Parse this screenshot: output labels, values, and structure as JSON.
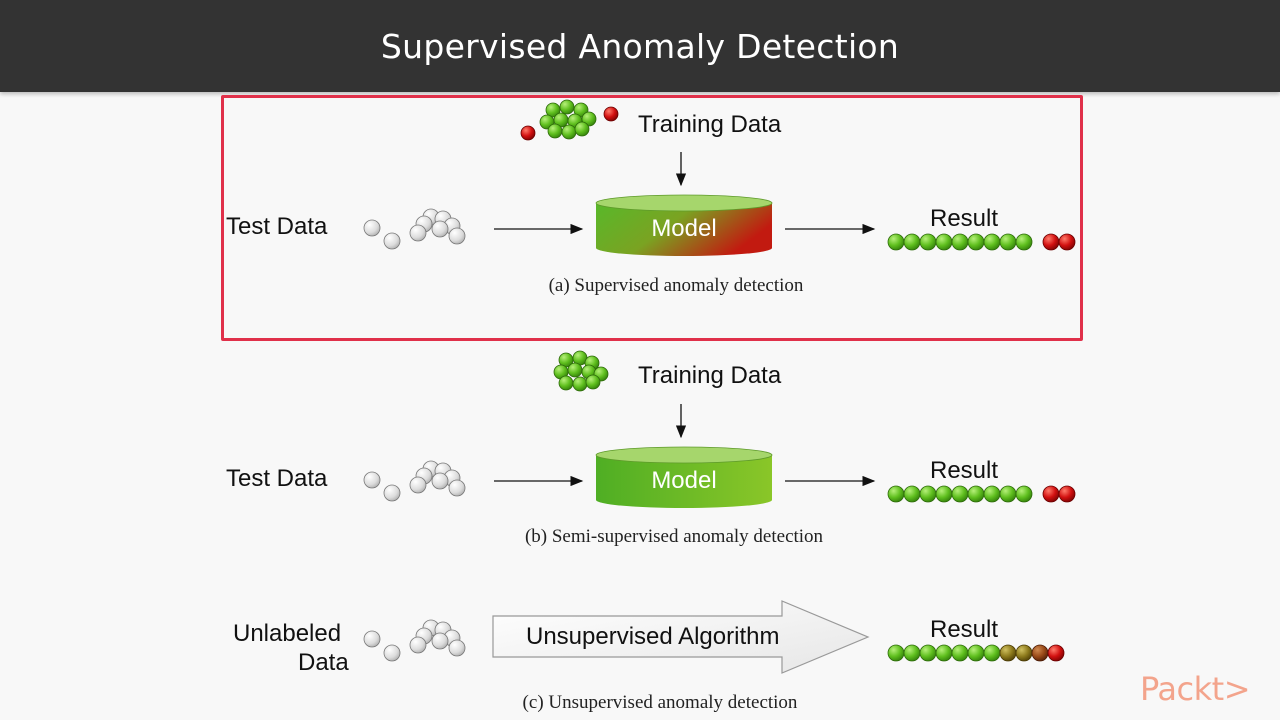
{
  "slide": {
    "title": "Supervised Anomaly Detection",
    "logo_text": "Packt>"
  },
  "diagrams": {
    "supervised": {
      "training_label": "Training Data",
      "test_label": "Test Data",
      "model_label": "Model",
      "result_label": "Result",
      "caption": "(a) Supervised anomaly detection",
      "highlighted": true
    },
    "semi_supervised": {
      "training_label": "Training Data",
      "test_label": "Test Data",
      "model_label": "Model",
      "result_label": "Result",
      "caption": "(b) Semi-supervised anomaly detection"
    },
    "unsupervised": {
      "input_label_line1": "Unlabeled",
      "input_label_line2": "Data",
      "algorithm_label": "Unsupervised Algorithm",
      "result_label": "Result",
      "caption": "(c) Unsupervised anomaly detection"
    }
  },
  "colors": {
    "title_bar": "#333333",
    "highlight_border": "#e0304a",
    "normal_point": "#6ccb2a",
    "anomaly_point": "#cc1111",
    "unlabeled_point": "#d8d8d8",
    "logo": "#f3a48c"
  }
}
